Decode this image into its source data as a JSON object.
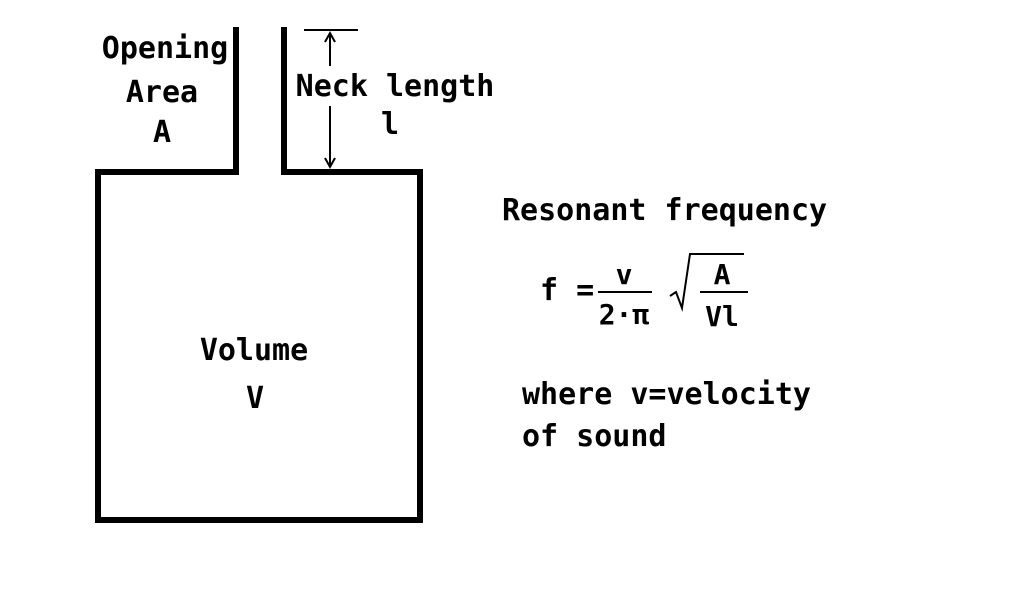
{
  "opening": {
    "line1": "Opening",
    "line2": "Area",
    "symbol": "A"
  },
  "neck": {
    "label": "Neck length",
    "symbol": "l"
  },
  "volume": {
    "label": "Volume",
    "symbol": "V"
  },
  "formula": {
    "title": "Resonant frequency",
    "lhs": "f =",
    "numerator": "v",
    "denominator": "2·π",
    "sqrt_symbol": "√",
    "root_numerator": "A",
    "root_denominator": "Vl"
  },
  "note": {
    "line1": "where v=velocity",
    "line2": "of sound"
  }
}
